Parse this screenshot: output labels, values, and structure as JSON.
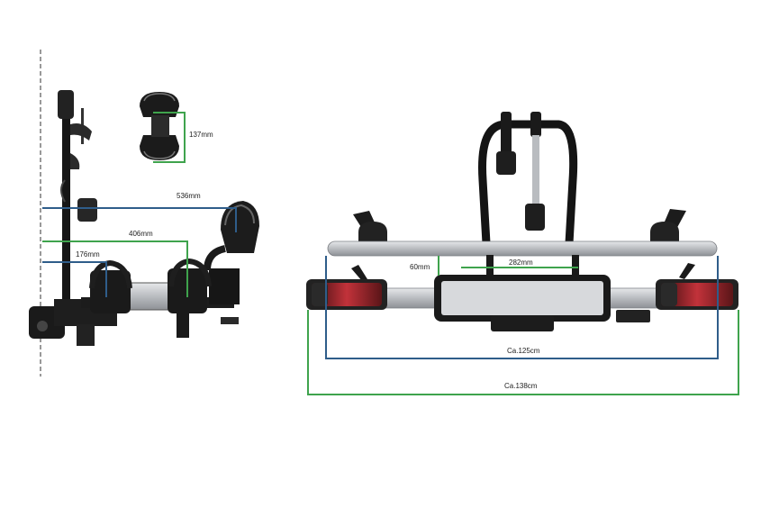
{
  "colors": {
    "blue_dimension": "#2f5d8a",
    "green_dimension": "#3fa34d",
    "frame": "#1a1a1a",
    "aluminium": "#c9ccd0",
    "lamp_red": "#b8262b"
  },
  "side_view": {
    "dim_137": "137mm",
    "dim_536": "536mm",
    "dim_406": "406mm",
    "dim_176": "176mm"
  },
  "rear_view": {
    "dim_60": "60mm",
    "dim_282": "282mm",
    "dim_125": "Ca.125cm",
    "dim_138": "Ca.138cm"
  }
}
